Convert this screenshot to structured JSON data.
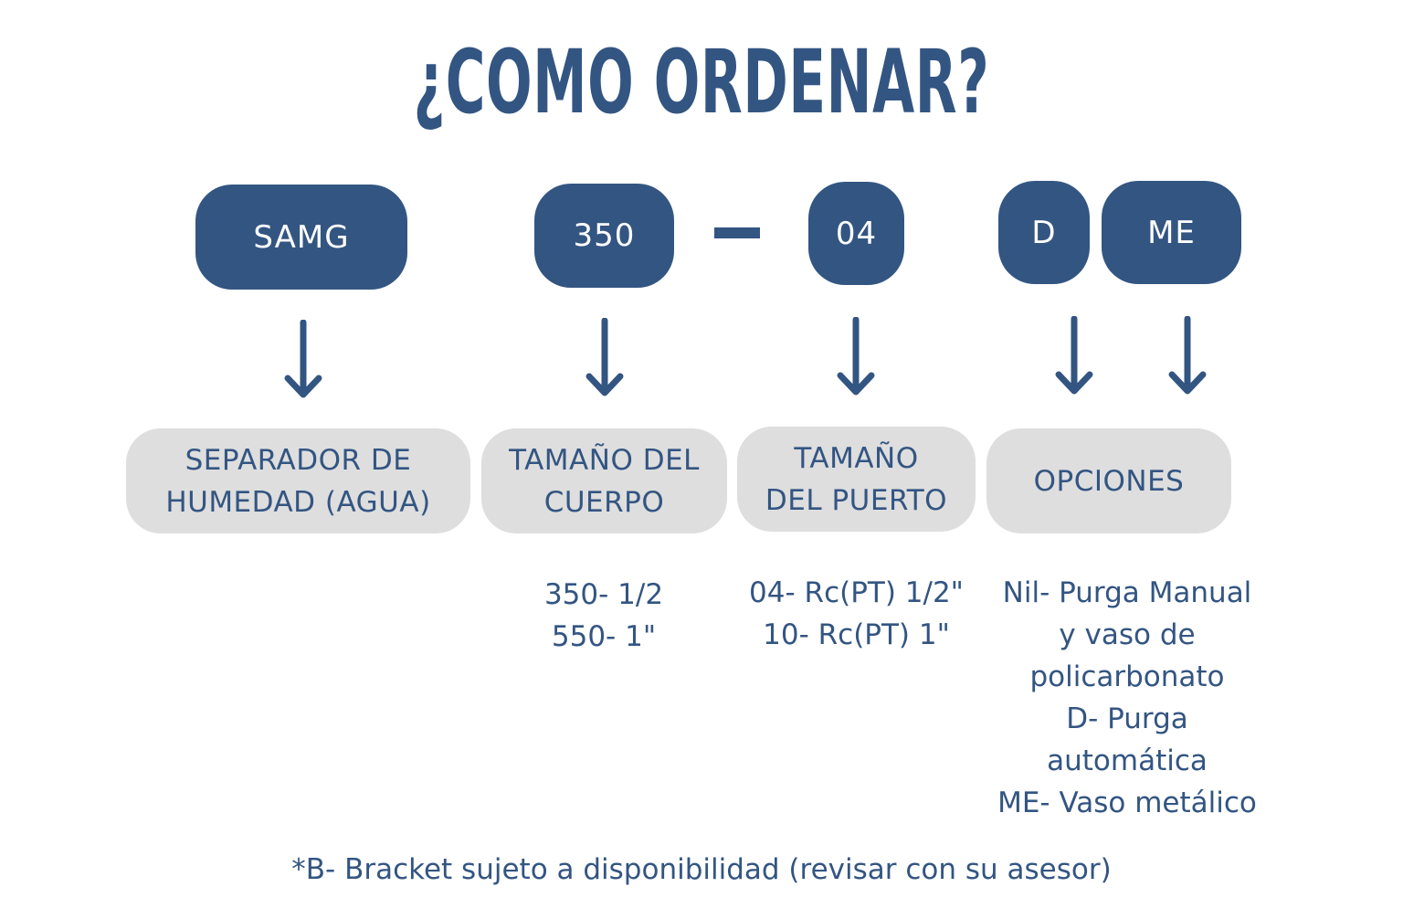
{
  "title": "¿COMO ORDENAR?",
  "codes": [
    "SAMG",
    "350",
    "04",
    "D",
    "ME"
  ],
  "categories": {
    "separador": [
      "SEPARADOR DE",
      "HUMEDAD (AGUA)"
    ],
    "cuerpo": [
      "TAMAÑO DEL",
      "CUERPO"
    ],
    "puerto": [
      "TAMAÑO",
      "DEL PUERTO"
    ],
    "opciones": [
      "OPCIONES"
    ]
  },
  "descriptions": {
    "cuerpo": [
      "350- 1/2",
      "550- 1\""
    ],
    "puerto": [
      "04- Rc(PT) 1/2\"",
      "10- Rc(PT) 1\""
    ],
    "opciones": [
      "Nil- Purga Manual",
      "y vaso de",
      "policarbonato",
      "D- Purga",
      "automática",
      "ME- Vaso metálico"
    ]
  },
  "footnote": "*B- Bracket sujeto a disponibilidad (revisar con su asesor)",
  "colors": {
    "primary": "#335582",
    "category_bg": "#dedede",
    "text_light": "#ffffff"
  },
  "icons": {
    "arrow": "arrow-down-icon"
  }
}
